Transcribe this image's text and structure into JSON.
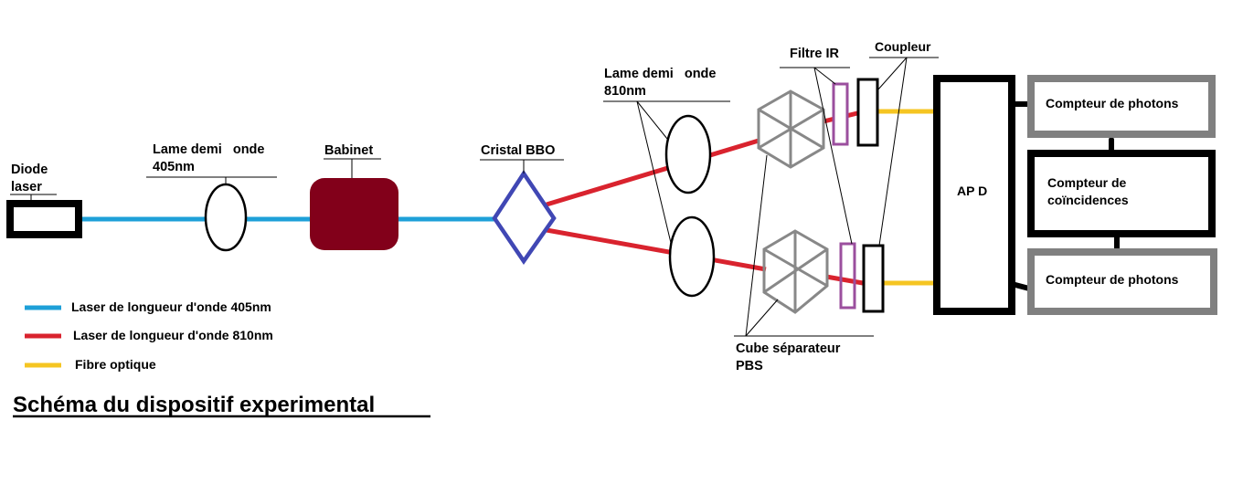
{
  "title": "Schéma du dispositif experimental",
  "colors": {
    "laser_405": "#1ea0d8",
    "laser_810": "#d9232e",
    "fibre": "#f5c522",
    "babinet": "#82001a",
    "bbo": "#4047b4",
    "filtre": "#9b4f9e",
    "cube": "#888888",
    "counter_gray": "#808080"
  },
  "components": {
    "diode": {
      "line1": "Diode",
      "line2": "laser"
    },
    "lame405": {
      "line1": "Lame demi   onde",
      "line2": "405nm"
    },
    "babinet": {
      "label": "Babinet"
    },
    "bbo": {
      "label": "Cristal BBO"
    },
    "lame810": {
      "line1": "Lame demi   onde",
      "line2": "810nm"
    },
    "filtre": {
      "label": "Filtre IR"
    },
    "coupleur": {
      "label": "Coupleur"
    },
    "cube": {
      "line1": "Cube séparateur",
      "line2": "PBS"
    },
    "apd": {
      "label": "AP D"
    },
    "counter_top": {
      "label": "Compteur de photons"
    },
    "coincidence": {
      "line1": "Compteur de",
      "line2": "coïncidences"
    },
    "counter_bottom": {
      "label": "Compteur de photons"
    }
  },
  "legend": [
    {
      "label": "Laser de longueur d'onde 405nm",
      "color_key": "laser_405"
    },
    {
      "label": "Laser de longueur d'onde 810nm",
      "color_key": "laser_810"
    },
    {
      "label": "Fibre optique",
      "color_key": "fibre"
    }
  ]
}
